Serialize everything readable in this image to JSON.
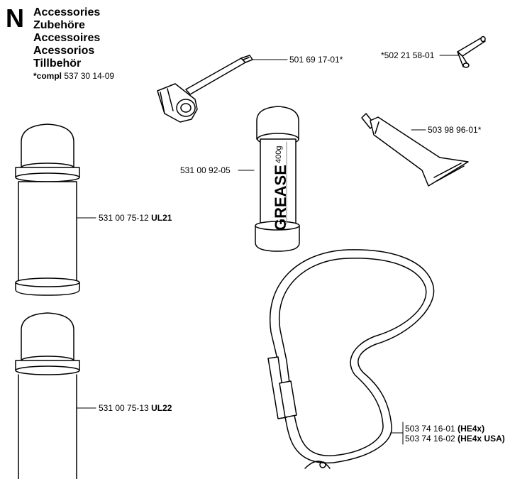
{
  "section_letter": "N",
  "titles": [
    "Accessories",
    "Zubehöre",
    "Accessoires",
    "Acessorios",
    "Tillbehör"
  ],
  "compl": {
    "prefix": "*compl",
    "number": "537 30 14-09"
  },
  "tube_text": {
    "brand": "GREASE",
    "weight": "400g"
  },
  "parts": {
    "wrench": {
      "number": "501 69 17-01*"
    },
    "hex_key": {
      "number": "*502 21 58-01"
    },
    "grease_tube": {
      "number": "503 98 96-01*"
    },
    "grease_cartridge": {
      "number": "531 00 92-05"
    },
    "oil_can_ul21": {
      "number": "531 00 75-12",
      "suffix": "UL21"
    },
    "oil_can_ul22": {
      "number": "531 00 75-13",
      "suffix": "UL22"
    },
    "harness_he4x": {
      "number": "503 74 16-01",
      "suffix": "(HE4x)"
    },
    "harness_he4x_usa": {
      "number": "503 74 16-02",
      "suffix": "(HE4x USA)"
    }
  }
}
